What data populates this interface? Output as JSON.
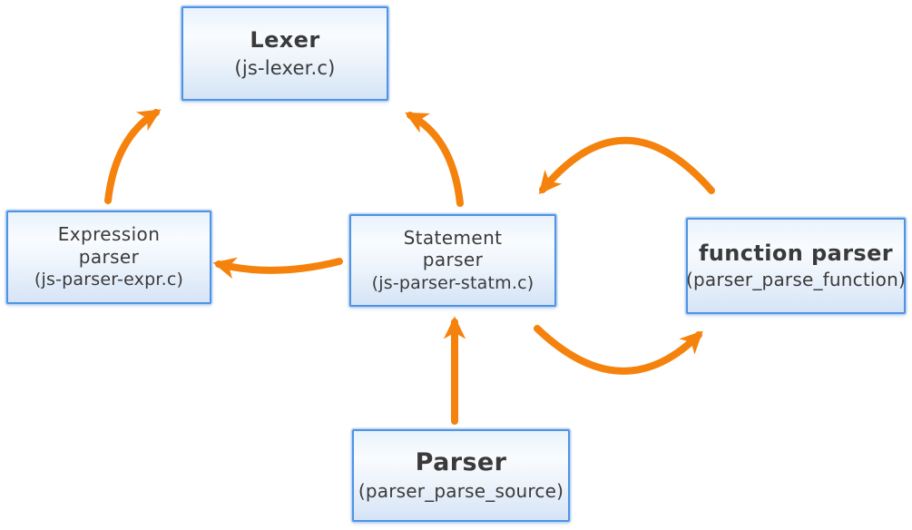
{
  "colors": {
    "arrow": "#f5820d",
    "node_border": "#4f94e4",
    "node_halo": "#bdd5f2",
    "node_fill_top": "#e9f2fb",
    "node_fill_bottom": "#d5e4f7",
    "text": "#3a3a3a"
  },
  "nodes": {
    "lexer": {
      "title": "Lexer",
      "subtitle": "(js-lexer.c)"
    },
    "expression_parser": {
      "title": "Expression parser",
      "subtitle": "(js-parser-expr.c)"
    },
    "statement_parser": {
      "title": "Statement parser",
      "subtitle": "(js-parser-statm.c)"
    },
    "function_parser": {
      "title": "function parser",
      "subtitle": "(parser_parse_function)"
    },
    "parser": {
      "title": "Parser",
      "subtitle": "(parser_parse_source)"
    }
  },
  "edges": [
    {
      "from": "expression_parser",
      "to": "lexer"
    },
    {
      "from": "statement_parser",
      "to": "lexer"
    },
    {
      "from": "statement_parser",
      "to": "expression_parser"
    },
    {
      "from": "function_parser",
      "to": "statement_parser"
    },
    {
      "from": "statement_parser",
      "to": "function_parser"
    },
    {
      "from": "parser",
      "to": "statement_parser"
    }
  ]
}
